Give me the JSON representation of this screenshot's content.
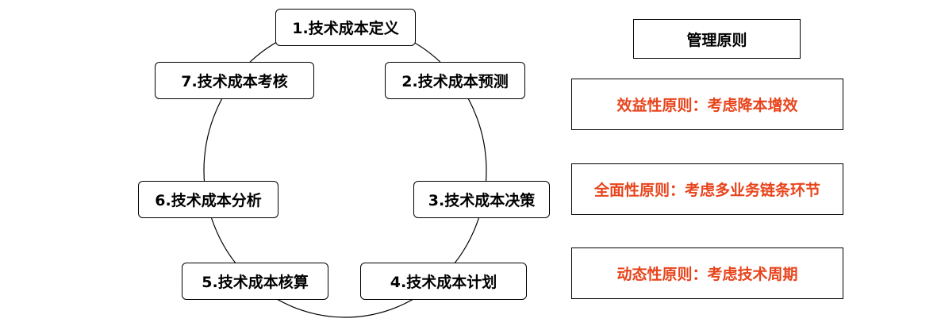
{
  "cycle": {
    "steps": [
      "1.技术成本定义",
      "2.技术成本预测",
      "3.技术成本决策",
      "4.技术成本计划",
      "5.技术成本核算",
      "6.技术成本分析",
      "7.技术成本考核"
    ]
  },
  "principles": {
    "title": "管理原则",
    "items": [
      "效益性原则：考虑降本增效",
      "全面性原则：考虑多业务链条环节",
      "动态性原则：考虑技术周期"
    ],
    "text_color": "#e8441c"
  }
}
